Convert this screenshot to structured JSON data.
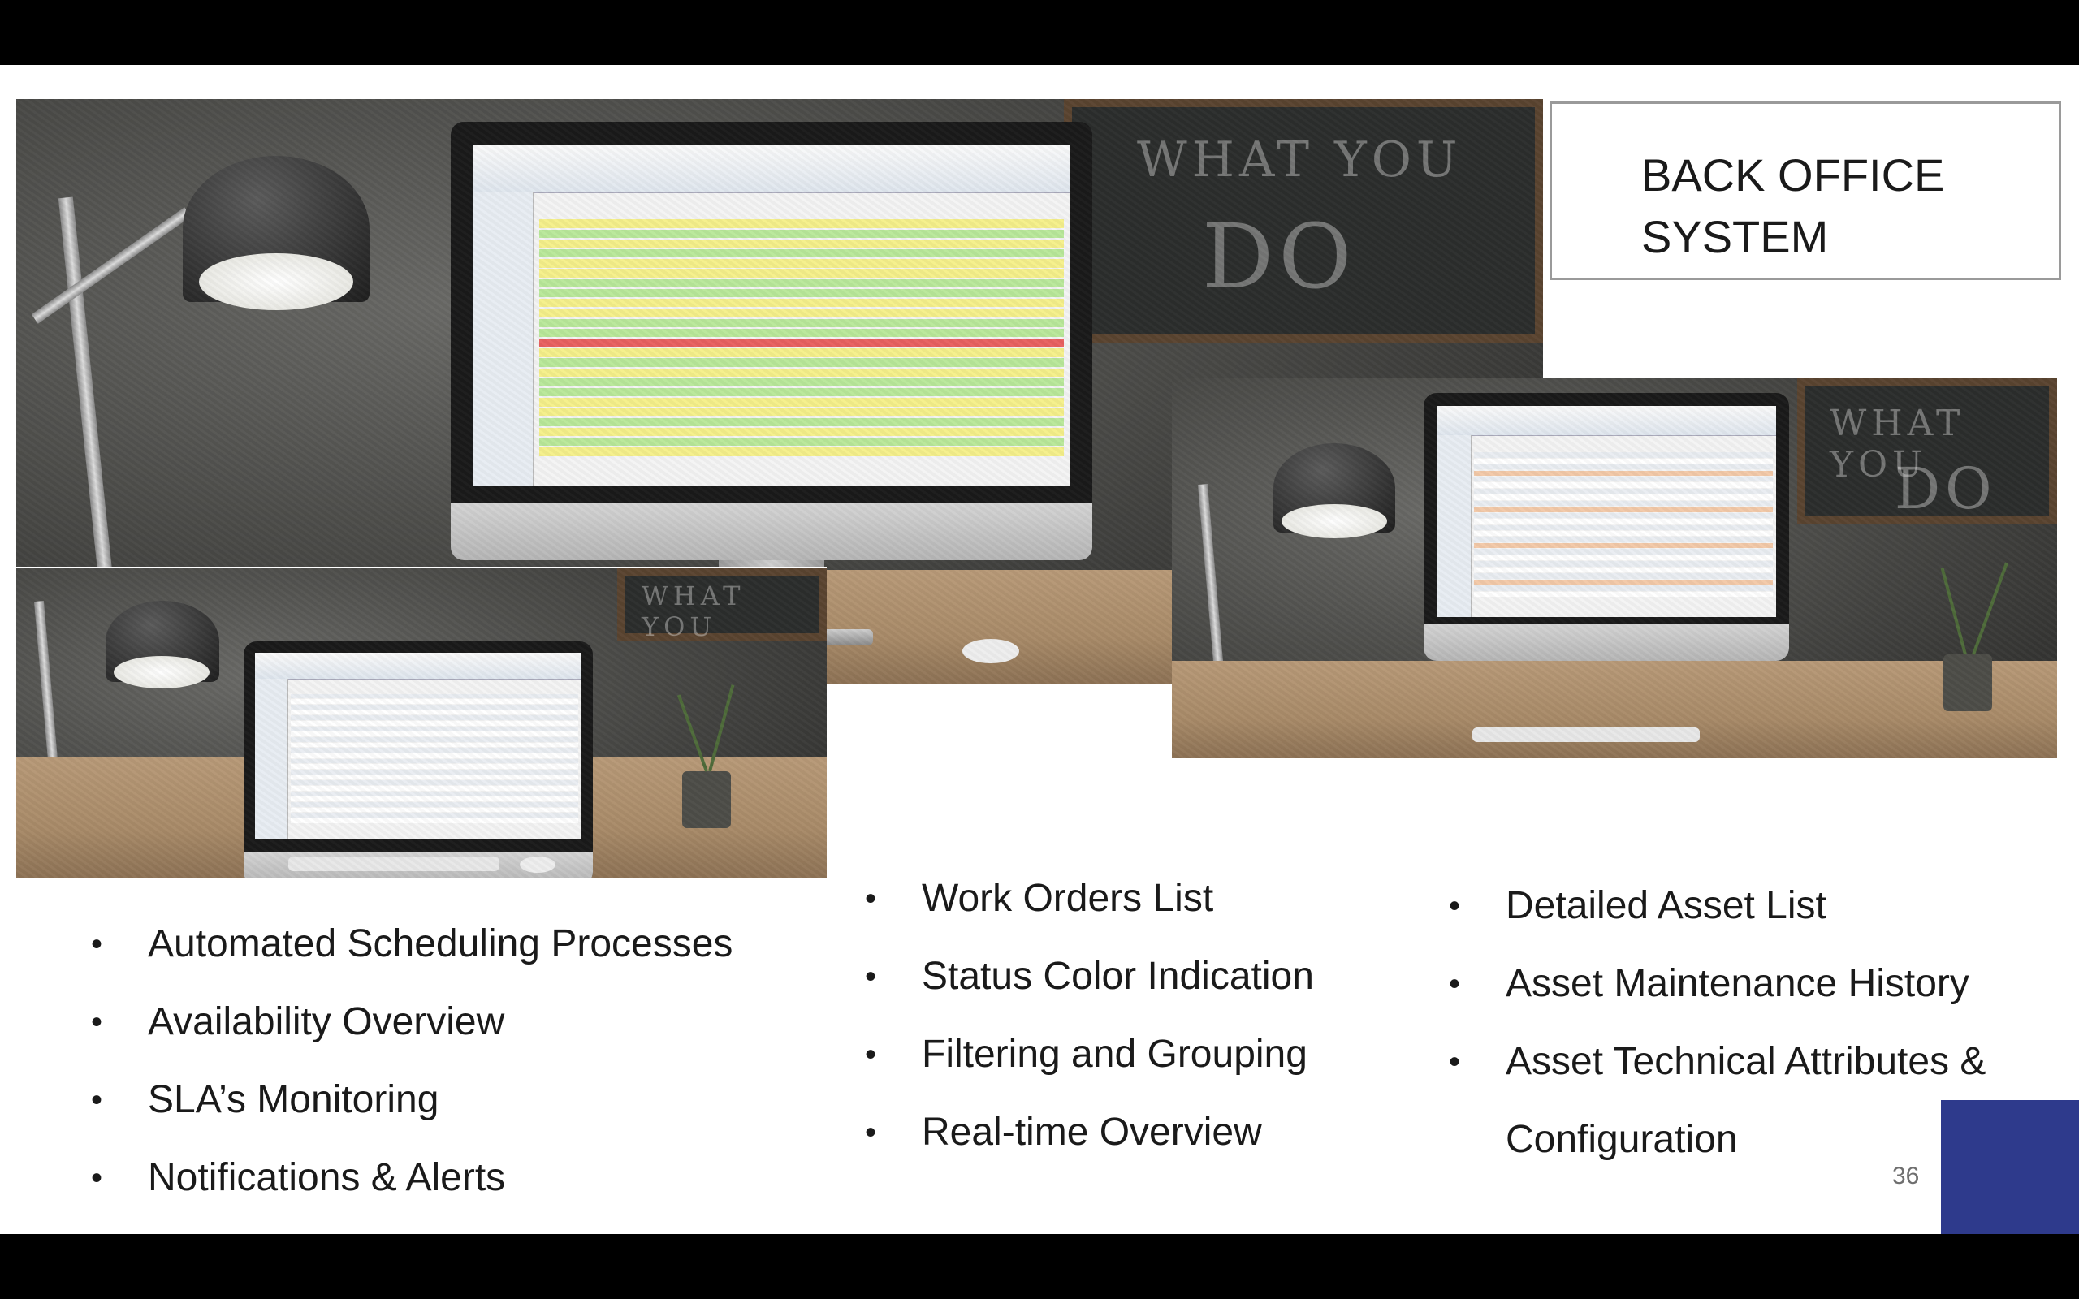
{
  "slide": {
    "title": "BACK OFFICE\nSYSTEM",
    "page_number": "36",
    "accent_color": "#2e3a8c"
  },
  "images": {
    "top_center": {
      "description_label": "work-orders-screen",
      "status_colors": [
        "#f5f08a",
        "#b9e89a",
        "#e86060"
      ]
    },
    "left_bottom": {
      "description_label": "scheduling-screen"
    },
    "right": {
      "description_label": "asset-list-screen"
    }
  },
  "bullets": {
    "left": [
      "Automated Scheduling Processes",
      "Availability Overview",
      "SLA’s Monitoring",
      "Notifications & Alerts"
    ],
    "center": [
      "Work Orders List",
      "Status Color Indication",
      "Filtering and Grouping",
      "Real-time Overview"
    ],
    "right": [
      "Detailed Asset List",
      "Asset Maintenance History",
      "Asset Technical Attributes &"
    ],
    "right_continuation": "Configuration"
  }
}
